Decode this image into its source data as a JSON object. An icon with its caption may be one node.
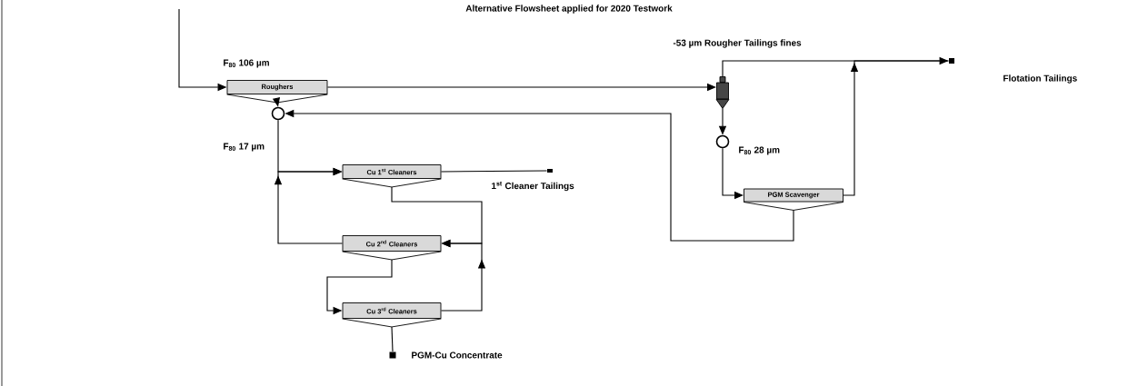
{
  "diagram": {
    "title": "Alternative Flowsheet applied for 2020 Testwork",
    "nodes": [
      {
        "text": [
          "Roughers"
        ]
      },
      {
        "text": [
          "Cu 1$^{st}$ Cleaners"
        ]
      },
      {
        "text": [
          "Cu 2$^{nd}$ Cleaners"
        ]
      },
      {
        "text": [
          "Cu 3$^{rd}$ Cleaners"
        ]
      },
      {
        "text": [
          "PGM Scavenger"
        ]
      },
      {
        "text": [],
        "shape": "circle",
        "beside": [
          "F$_{80}$ 17 µm"
        ]
      },
      {
        "text": [],
        "shape": "cyclone",
        "beside": [
          "-53 µm Rougher Tailings fines"
        ]
      },
      {
        "text": [],
        "shape": "circle",
        "beside": [
          "F$_{80}$ 28 µm"
        ]
      },
      {
        "text": [],
        "shape": "box",
        "beside": [
          "1$^{st}$ Cleaner Tailings"
        ]
      },
      {
        "text": [],
        "shape": "box"
      },
      {
        "text": [],
        "shape": "box",
        "beside": [
          "PGM-Cu Concentrate"
        ]
      }
    ],
    "edges": [
      {
        "from": null,
        "to": 0,
        "arrow": "to"
      },
      {
        "from": 0,
        "to": 6,
        "arrow": "to"
      },
      {
        "from": 0,
        "to": 5,
        "arrow": "to"
      },
      {
        "from": 6,
        "to": 7,
        "arrow": "to"
      },
      {
        "from": 6,
        "to": 9,
        "arrow": "none"
      },
      {
        "from": 4,
        "to": 9,
        "arrow": "to"
      },
      {
        "from": 4,
        "to": 5,
        "arrow": "to"
      },
      {
        "from": 7,
        "to": 4,
        "arrow": "to"
      },
      {
        "from": 5,
        "to": 1,
        "arrow": "to"
      },
      {
        "from": 1,
        "to": 8,
        "arrow": "none"
      },
      {
        "from": 1,
        "to": 2,
        "arrow": "to"
      },
      {
        "from": 2,
        "to": 1,
        "arrow": "to"
      },
      {
        "from": 2,
        "to": 3,
        "arrow": "to"
      },
      {
        "from": 3,
        "to": 2,
        "arrow": "to"
      },
      {
        "from": 3,
        "to": 10,
        "arrow": "none"
      }
    ],
    "labels": [
      "F$_{80}$ 106 µm",
      "Flotation Tailings"
    ]
  }
}
